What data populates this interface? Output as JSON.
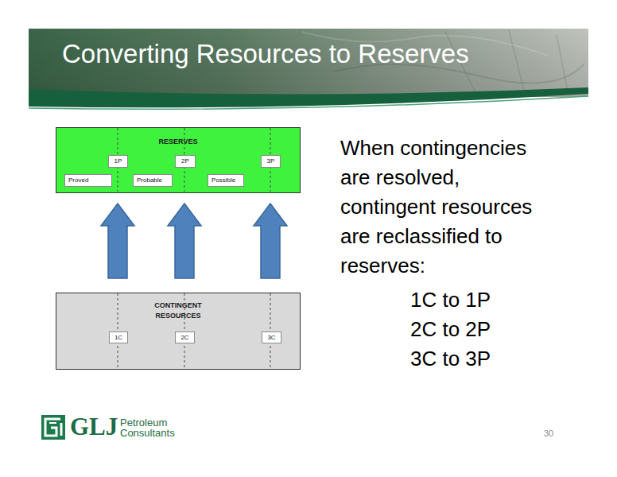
{
  "diagram": {
    "title": "Converting Resources to Reserves",
    "nodes": [
      {
        "text": [
          "RESERVES"
        ]
      },
      {
        "text": [
          "1P"
        ],
        "in": 0
      },
      {
        "text": [
          "2P"
        ],
        "in": 0
      },
      {
        "text": [
          "3P"
        ],
        "in": 0
      },
      {
        "text": [
          "Proved"
        ],
        "in": 0
      },
      {
        "text": [
          "Probable"
        ],
        "in": 0
      },
      {
        "text": [
          "Possible"
        ],
        "in": 0
      },
      {
        "text": [
          "CONTINGENT RESOURCES"
        ]
      },
      {
        "text": [
          "1C"
        ],
        "in": 7
      },
      {
        "text": [
          "2C"
        ],
        "in": 7
      },
      {
        "text": [
          "3C"
        ],
        "in": 7
      }
    ],
    "edges": [
      {
        "from": 7,
        "to": 0,
        "arrow": "to"
      },
      {
        "from": 7,
        "to": 0,
        "arrow": "to"
      },
      {
        "from": 7,
        "to": 0,
        "arrow": "to"
      }
    ],
    "labels": [
      "When contingencies are resolved, contingent resources are reclassified to reserves:",
      "1C to 1P",
      "2C to 2P",
      "3C to 3P",
      "GLJ",
      "Petroleum Consultants",
      "30"
    ]
  }
}
